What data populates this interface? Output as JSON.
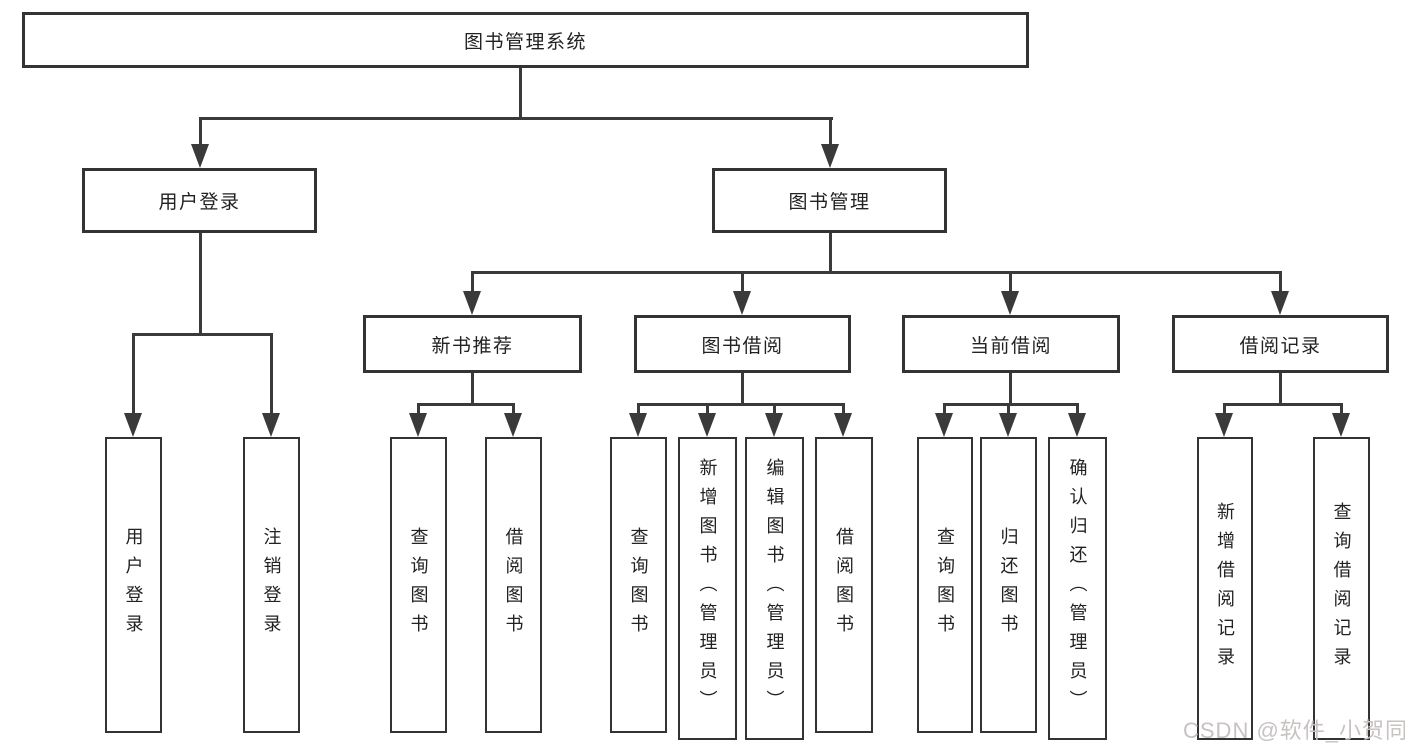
{
  "diagram": {
    "type": "tree",
    "root": {
      "label": "图书管理系统"
    },
    "level2": {
      "user_login": {
        "label": "用户登录"
      },
      "book_mgmt": {
        "label": "图书管理"
      }
    },
    "level3": {
      "new_book_rec": {
        "label": "新书推荐",
        "parent": "图书管理"
      },
      "book_borrow": {
        "label": "图书借阅",
        "parent": "图书管理"
      },
      "current_borrow": {
        "label": "当前借阅",
        "parent": "图书管理"
      },
      "borrow_records": {
        "label": "借阅记录",
        "parent": "图书管理"
      }
    },
    "leaves": {
      "user_login_leaf": {
        "label": "用户登录",
        "parent": "用户登录"
      },
      "logout": {
        "label": "注销登录",
        "parent": "用户登录"
      },
      "nbr_query": {
        "label": "查询图书",
        "parent": "新书推荐"
      },
      "nbr_borrow": {
        "label": "借阅图书",
        "parent": "新书推荐"
      },
      "bb_query": {
        "label": "查询图书",
        "parent": "图书借阅"
      },
      "bb_add": {
        "label": "新增图书（管理员）",
        "parent": "图书借阅"
      },
      "bb_edit": {
        "label": "编辑图书（管理员）",
        "parent": "图书借阅"
      },
      "bb_borrow": {
        "label": "借阅图书",
        "parent": "图书借阅"
      },
      "cb_query": {
        "label": "查询图书",
        "parent": "当前借阅"
      },
      "cb_return": {
        "label": "归还图书",
        "parent": "当前借阅"
      },
      "cb_confirm": {
        "label": "确认归还（管理员）",
        "parent": "当前借阅"
      },
      "br_add": {
        "label": "新增借阅记录",
        "parent": "借阅记录"
      },
      "br_query": {
        "label": "查询借阅记录",
        "parent": "借阅记录"
      }
    },
    "colors": {
      "line": "#3a3a3a",
      "box_border": "#333333",
      "text": "#222222",
      "background": "#ffffff",
      "watermark_text": "#c8c2c2"
    }
  },
  "watermark": {
    "text": "CSDN @软件_小贺同学"
  }
}
